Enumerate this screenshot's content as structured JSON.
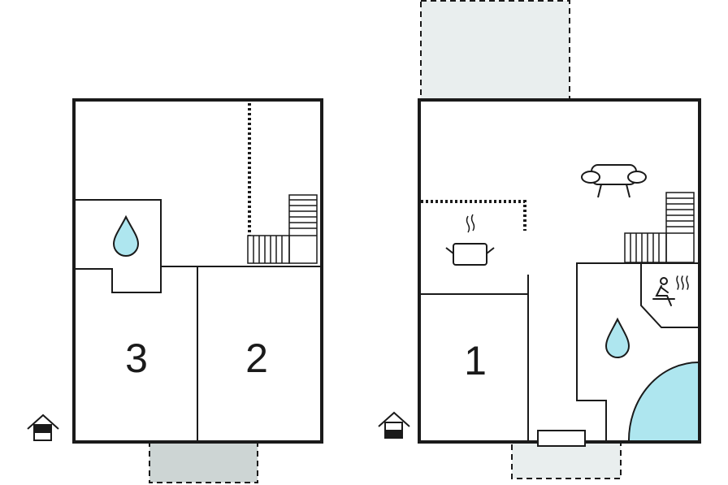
{
  "plans": [
    {
      "name": "upper-floor",
      "rooms": [
        {
          "label": "3",
          "kind": "bedroom"
        },
        {
          "label": "2",
          "kind": "bedroom"
        }
      ],
      "icons": [
        "water-drop-icon",
        "staircase-icon",
        "floor-indicator-icon"
      ]
    },
    {
      "name": "ground-floor",
      "rooms": [
        {
          "label": "1",
          "kind": "bedroom"
        }
      ],
      "icons": [
        "sofa-icon",
        "kitchen-pot-icon",
        "sauna-icon",
        "water-drop-icon",
        "staircase-icon",
        "floor-indicator-icon"
      ]
    }
  ],
  "colors": {
    "wall": "#1a1a1a",
    "water": "#aee6ef",
    "terrace-dark": "#cdd5d4",
    "terrace-light": "#e9eeee",
    "background": "#ffffff"
  }
}
